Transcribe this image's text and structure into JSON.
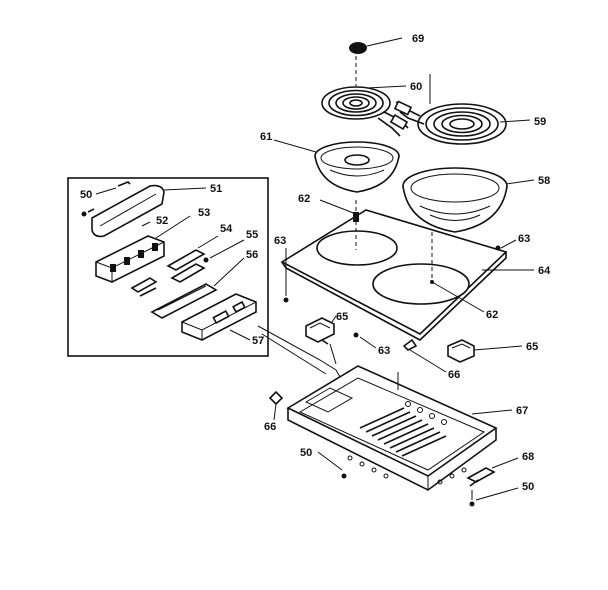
{
  "callouts": [
    {
      "id": "c69",
      "text": "69"
    },
    {
      "id": "c60",
      "text": "60"
    },
    {
      "id": "c59",
      "text": "59"
    },
    {
      "id": "c61",
      "text": "61"
    },
    {
      "id": "c58",
      "text": "58"
    },
    {
      "id": "c50a",
      "text": "50"
    },
    {
      "id": "c51",
      "text": "51"
    },
    {
      "id": "c52",
      "text": "52"
    },
    {
      "id": "c53",
      "text": "53"
    },
    {
      "id": "c54",
      "text": "54"
    },
    {
      "id": "c55",
      "text": "55"
    },
    {
      "id": "c56",
      "text": "56"
    },
    {
      "id": "c57",
      "text": "57"
    },
    {
      "id": "c62a",
      "text": "62"
    },
    {
      "id": "c63a",
      "text": "63"
    },
    {
      "id": "c63b",
      "text": "63"
    },
    {
      "id": "c64",
      "text": "64"
    },
    {
      "id": "c62b",
      "text": "62"
    },
    {
      "id": "c65a",
      "text": "65"
    },
    {
      "id": "c63c",
      "text": "63"
    },
    {
      "id": "c65b",
      "text": "65"
    },
    {
      "id": "c66a",
      "text": "66"
    },
    {
      "id": "c67",
      "text": "67"
    },
    {
      "id": "c66b",
      "text": "66"
    },
    {
      "id": "c50b",
      "text": "50"
    },
    {
      "id": "c68",
      "text": "68"
    },
    {
      "id": "c50c",
      "text": "50"
    }
  ]
}
